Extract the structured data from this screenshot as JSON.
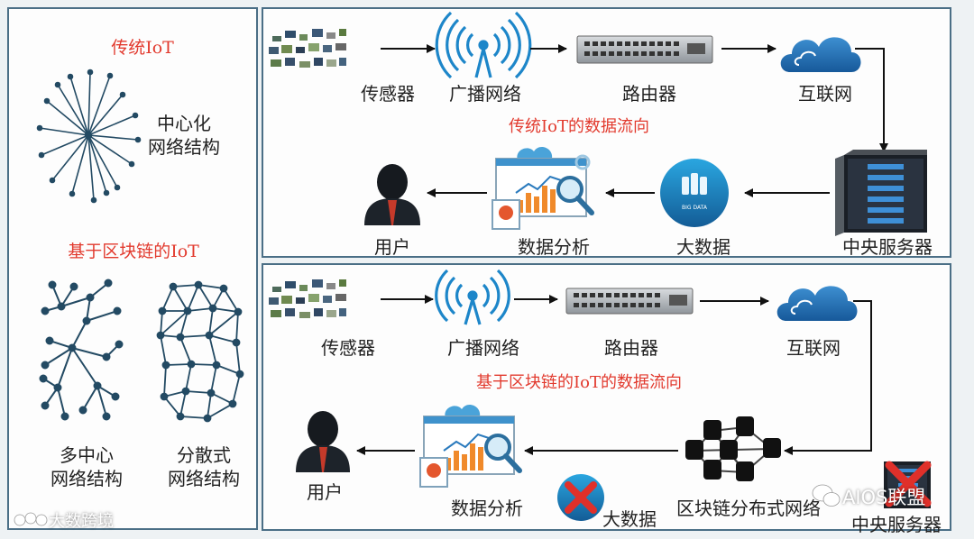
{
  "left_panel": {
    "traditional_title": "传统IoT",
    "centralized_label": "中心化\n网络结构",
    "blockchain_title": "基于区块链的IoT",
    "multicenter_label": "多中心\n网络结构",
    "distributed_label": "分散式\n网络结构"
  },
  "top_flow": {
    "title": "传统IoT的数据流向",
    "sensor": "传感器",
    "broadcast": "广播网络",
    "router": "路由器",
    "internet": "互联网",
    "server": "中央服务器",
    "bigdata": "大数据",
    "analysis": "数据分析",
    "user": "用户"
  },
  "bottom_flow": {
    "title": "基于区块链的IoT的数据流向",
    "sensor": "传感器",
    "broadcast": "广播网络",
    "router": "路由器",
    "internet": "互联网",
    "blockchain": "区块链分布式网络",
    "server": "中央服务器",
    "bigdata": "大数据",
    "analysis": "数据分析",
    "user": "用户"
  },
  "watermarks": {
    "left": "大数跨境",
    "right": "AIOS联盟"
  },
  "icons": {
    "bigdata_text": "BIG DATA"
  },
  "colors": {
    "frame": "#4b6f86",
    "title_red": "#e23a2e",
    "cloud_blue": "#1f6fb2",
    "node_blue": "#234a63"
  }
}
